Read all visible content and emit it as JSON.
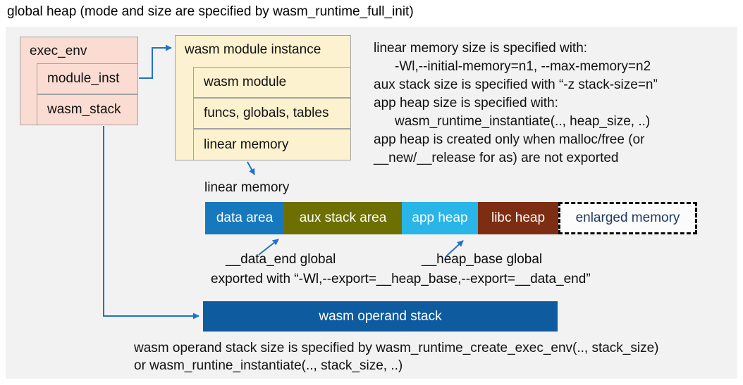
{
  "title": "global heap (mode and size are specified by wasm_runtime_full_init)",
  "exec_env": {
    "header": "exec_env",
    "fields": [
      "module_inst",
      "wasm_stack"
    ]
  },
  "module_instance": {
    "header": "wasm module instance",
    "rows": [
      "wasm module",
      "funcs, globals, tables",
      "linear memory"
    ]
  },
  "notes_right": {
    "lines": [
      "linear memory size is specified with:",
      "-Wl,--initial-memory=n1, --max-memory=n2",
      "aux stack size is specified with “-z stack-size=n”",
      "app heap size is specified with:",
      "wasm_runtime_instantiate(.., heap_size, ..)",
      "app heap is created only when malloc/free (or",
      "__new/__release for as) are not exported"
    ]
  },
  "linear_memory": {
    "label": "linear memory",
    "segments": [
      {
        "label": "data area",
        "color": "#1878be"
      },
      {
        "label": "aux stack area",
        "color": "#6d6f00"
      },
      {
        "label": "app heap",
        "color": "#29b5e8"
      },
      {
        "label": "libc heap",
        "color": "#7c2d12"
      },
      {
        "label": "enlarged memory",
        "color": "#fcfcfc"
      }
    ],
    "annotations": {
      "data_end": "__data_end global",
      "heap_base": "__heap_base global",
      "exported": "exported with “-Wl,--export=__heap_base,--export=__data_end”"
    }
  },
  "operand_stack": {
    "label": "wasm operand stack",
    "notes": [
      "wasm operand stack size is specified by wasm_runtime_create_exec_env(.., stack_size)",
      "or wasm_runtine_instantiate(.., stack_size, ..)"
    ]
  },
  "colors": {
    "panel_background": "#f2f2f2",
    "exec_env_fill": "#fbdcd2",
    "module_instance_fill": "#fdf2cf",
    "box_border": "#a3a3a3",
    "arrow_blue": "#2272c8",
    "operand_stack_fill": "#0e5b9f",
    "enlarged_memory_text": "#1f3864"
  }
}
